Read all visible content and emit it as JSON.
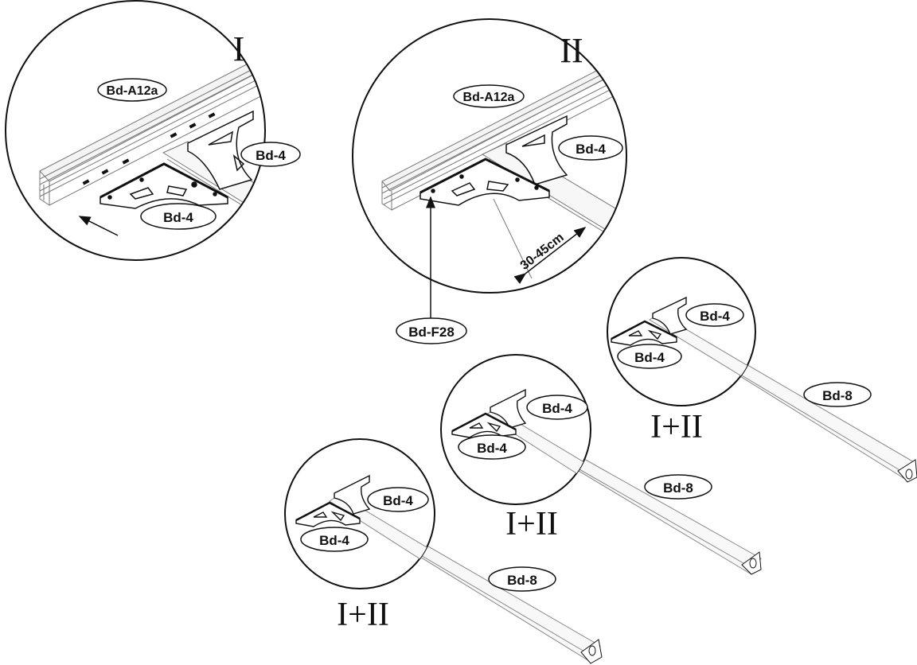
{
  "labels": {
    "rail": "Bd-A12a",
    "bracket": "Bd-4",
    "bar": "Bd-8",
    "fastener": "Bd-F28",
    "spacing": "30-45cm"
  },
  "views": {
    "detail_one": "I",
    "detail_two": "II",
    "combined": "I+II"
  }
}
